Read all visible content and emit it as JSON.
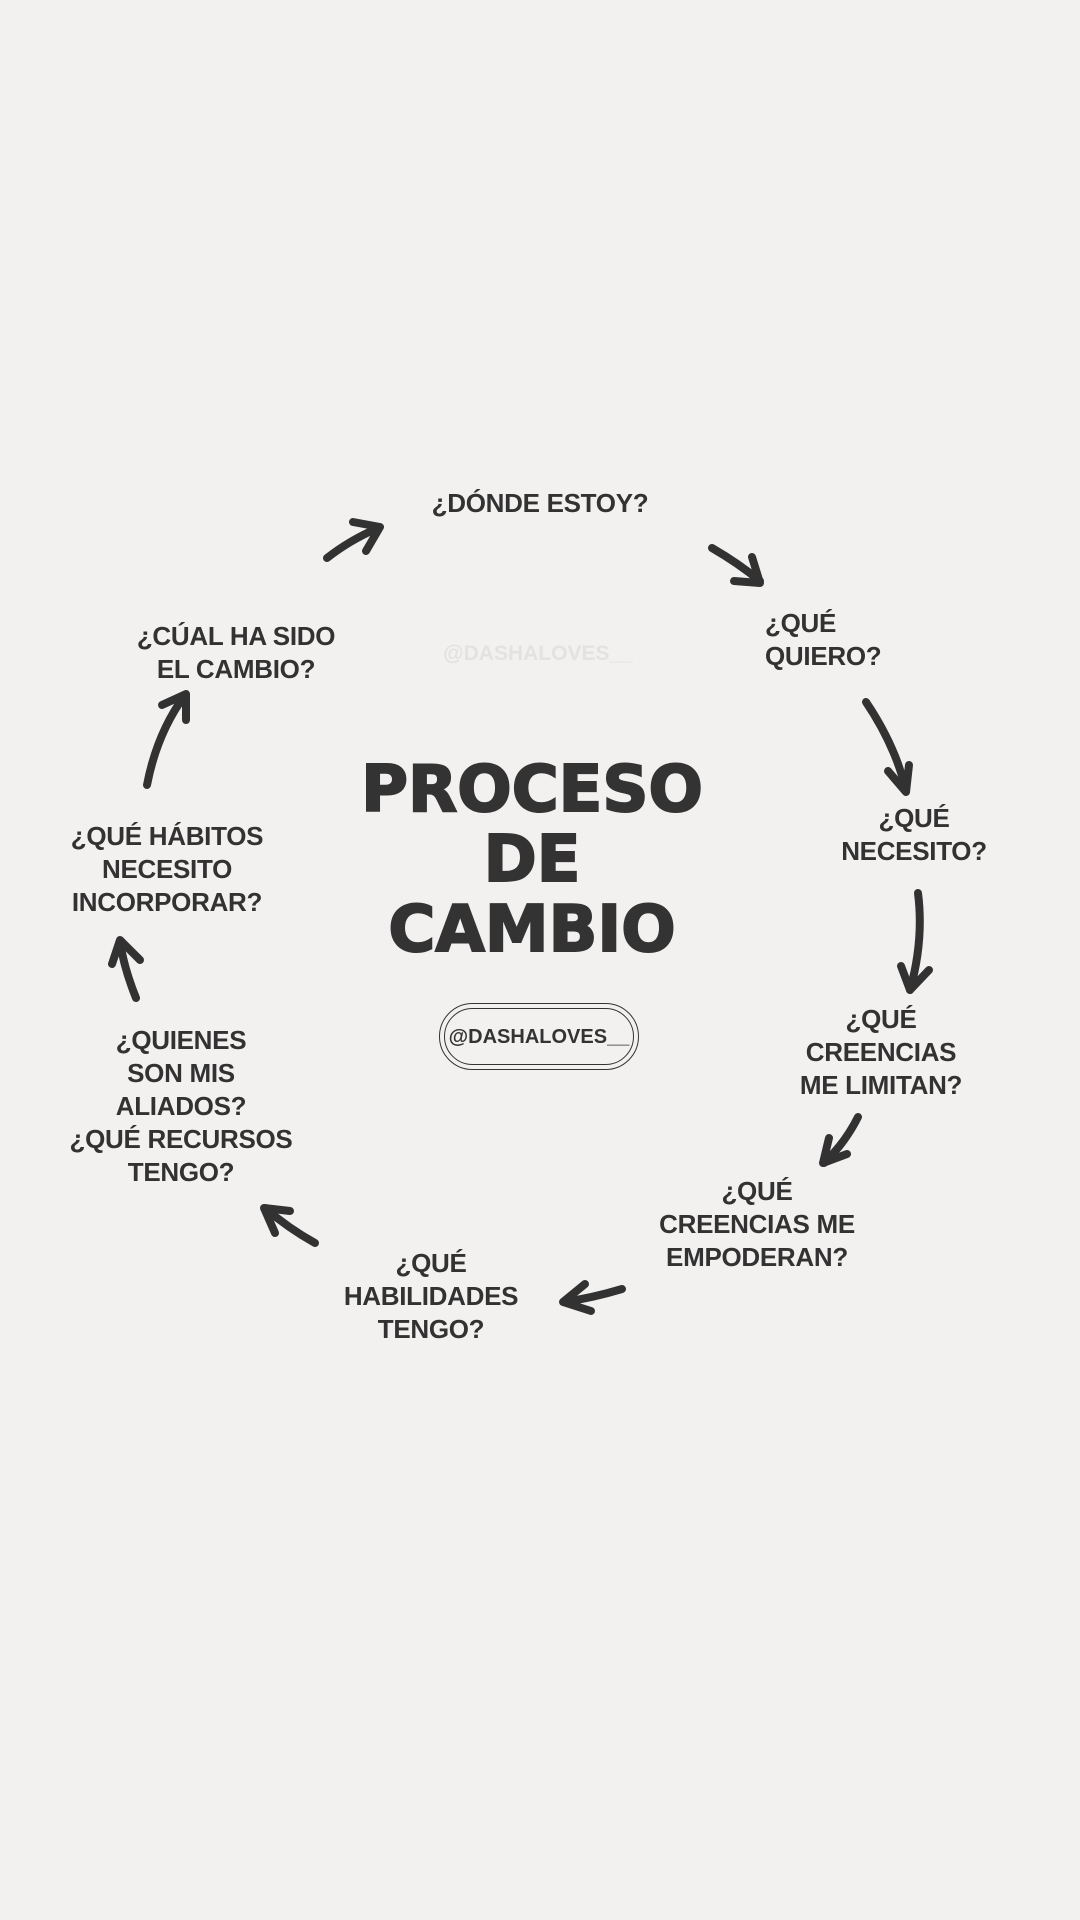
{
  "title": {
    "lines": [
      "PROCESO",
      "DE",
      "CAMBIO"
    ]
  },
  "handle": "@DASHALOVES__",
  "watermark": "@DASHALOVES__",
  "steps": {
    "donde_estoy": [
      "¿DÓNDE ESTOY?"
    ],
    "que_quiero": [
      "¿QUÉ",
      "QUIERO?"
    ],
    "que_necesito": [
      "¿QUÉ",
      "NECESITO?"
    ],
    "creencias_limitan": [
      "¿QUÉ",
      "CREENCIAS",
      "ME LIMITAN?"
    ],
    "creencias_empoderan": [
      "¿QUÉ",
      "CREENCIAS ME",
      "EMPODERAN?"
    ],
    "habilidades": [
      "¿QUÉ",
      "HABILIDADES",
      "TENGO?"
    ],
    "aliados_recursos": [
      "¿QUIENES",
      "SON MIS",
      "ALIADOS?",
      "¿QUÉ RECURSOS",
      "TENGO?"
    ],
    "habitos": [
      "¿QUÉ HÁBITOS",
      "NECESITO",
      "INCORPORAR?"
    ],
    "cambio": [
      "¿CÚAL HA SIDO",
      "EL CAMBIO?"
    ]
  },
  "colors": {
    "background": "#f2f1f0",
    "text": "#333232",
    "watermark": "#e3e2e1"
  }
}
